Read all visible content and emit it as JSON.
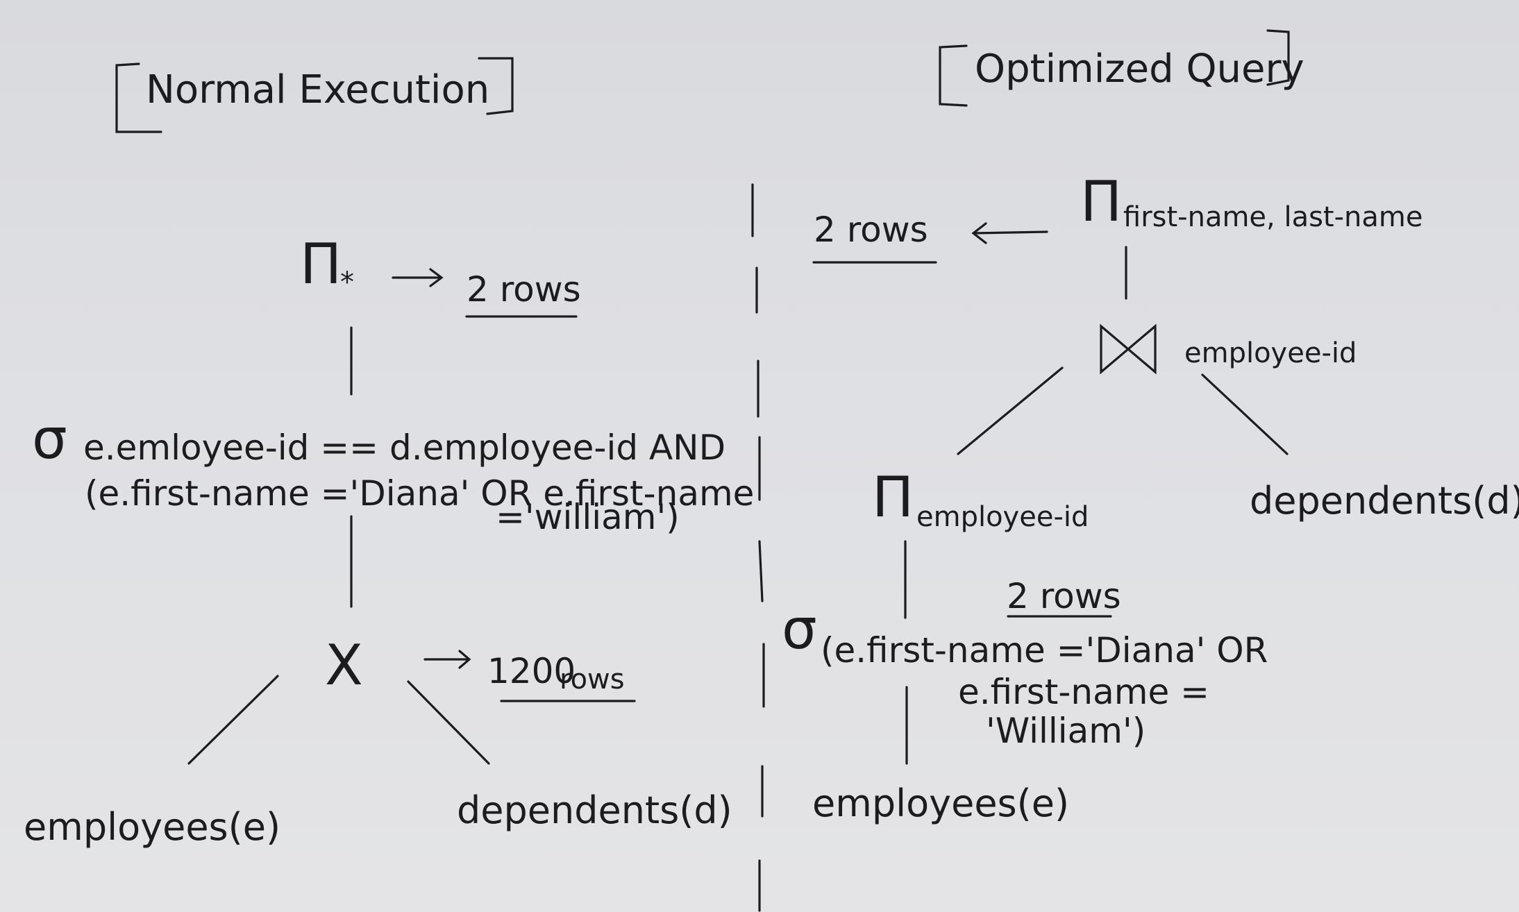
{
  "left": {
    "title": "Normal Execution",
    "projection": {
      "symbol": "Π",
      "subscript": "*",
      "rows": "2 rows"
    },
    "selection": {
      "symbol": "σ",
      "line1": "e.emloyee-id == d.employee-id AND",
      "line2": "(e.first-name ='Diana' OR e.first-name",
      "line3": "='william')"
    },
    "cross": {
      "symbol": "X",
      "rows_number": "1200",
      "rows_word": "rows"
    },
    "relation_left": "employees(e)",
    "relation_right": "dependents(d)"
  },
  "right": {
    "title": "Optimized Query",
    "projection": {
      "symbol": "Π",
      "subscript": "first-name, last-name",
      "rows": "2 rows"
    },
    "join": {
      "symbol": "⋈",
      "subscript": "employee-id"
    },
    "inner_projection": {
      "symbol": "Π",
      "subscript": "employee-id"
    },
    "selection_rows": "2 rows",
    "selection": {
      "symbol": "σ",
      "line1": "(e.first-name ='Diana' OR",
      "line2": "e.first-name =",
      "line3": "'William')"
    },
    "relation_right": "dependents(d)",
    "relation_bottom": "employees(e)"
  }
}
